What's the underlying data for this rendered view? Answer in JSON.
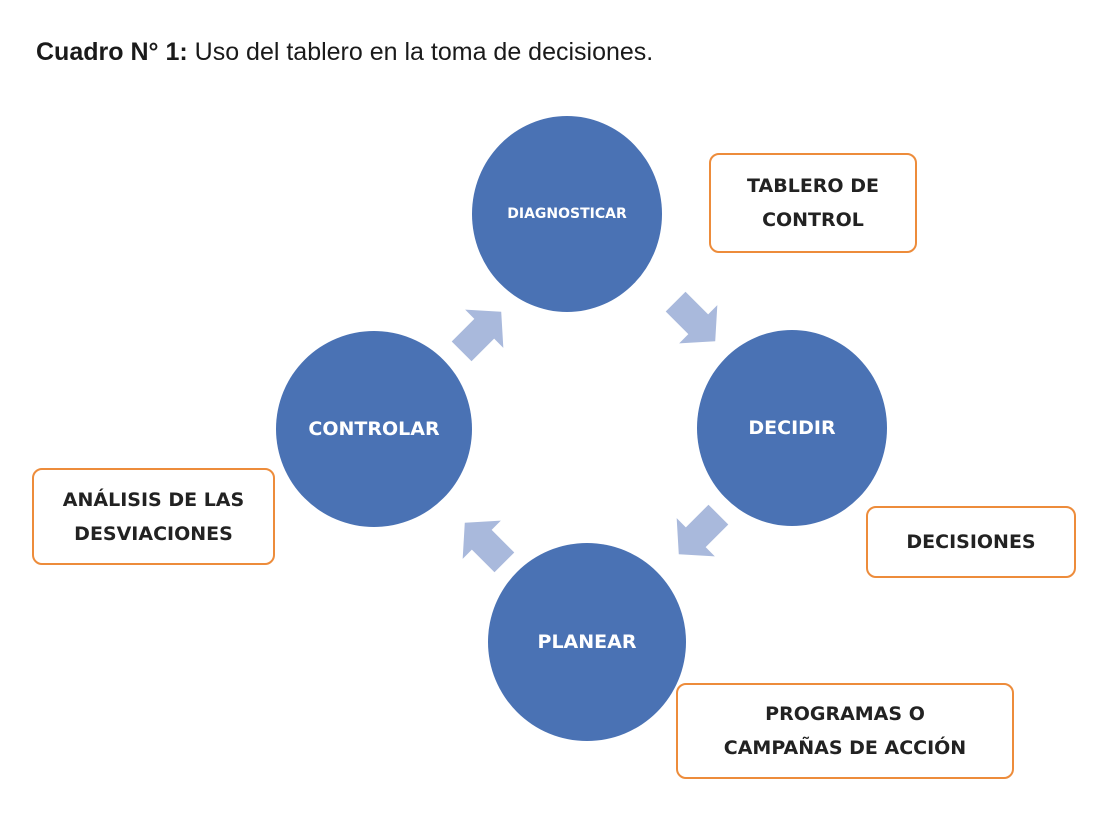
{
  "caption": {
    "label": "Cuadro N° 1:",
    "text": " Uso del tablero en la toma de decisiones."
  },
  "nodes": {
    "diagnosticar": "DIAGNOSTICAR",
    "decidir": "DECIDIR",
    "planear": "PLANEAR",
    "controlar": "CONTROLAR"
  },
  "notes": {
    "tablero": "TABLERO DE\nCONTROL",
    "decisiones": "DECISIONES",
    "programas": "PROGRAMAS O\nCAMPAÑAS DE ACCIÓN",
    "analisis": "ANÁLISIS DE LAS\nDESVIACIONES"
  },
  "colors": {
    "node_fill": "#4a72b4",
    "arrow_fill": "#a9b9dc",
    "note_border": "#ed8c3b"
  }
}
